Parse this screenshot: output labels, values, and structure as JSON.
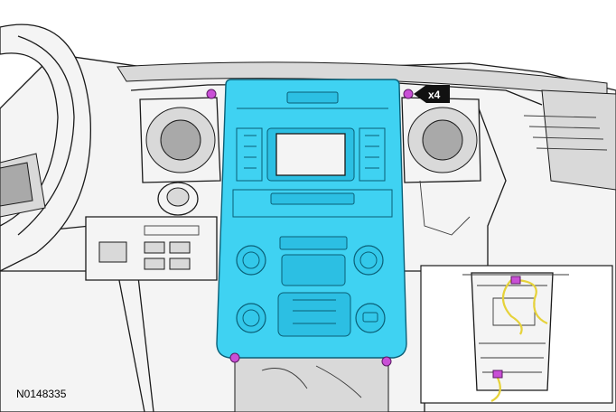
{
  "reference_id": "N0148335",
  "callout": {
    "quantity": "x4"
  },
  "colors": {
    "bezel": "#3fd2f2",
    "fastener": "#c94fd6",
    "wire": "#e6d23a",
    "callout": "#111111"
  },
  "icons": [
    "fastener-clip",
    "arrow-callout",
    "wiring-connector"
  ]
}
